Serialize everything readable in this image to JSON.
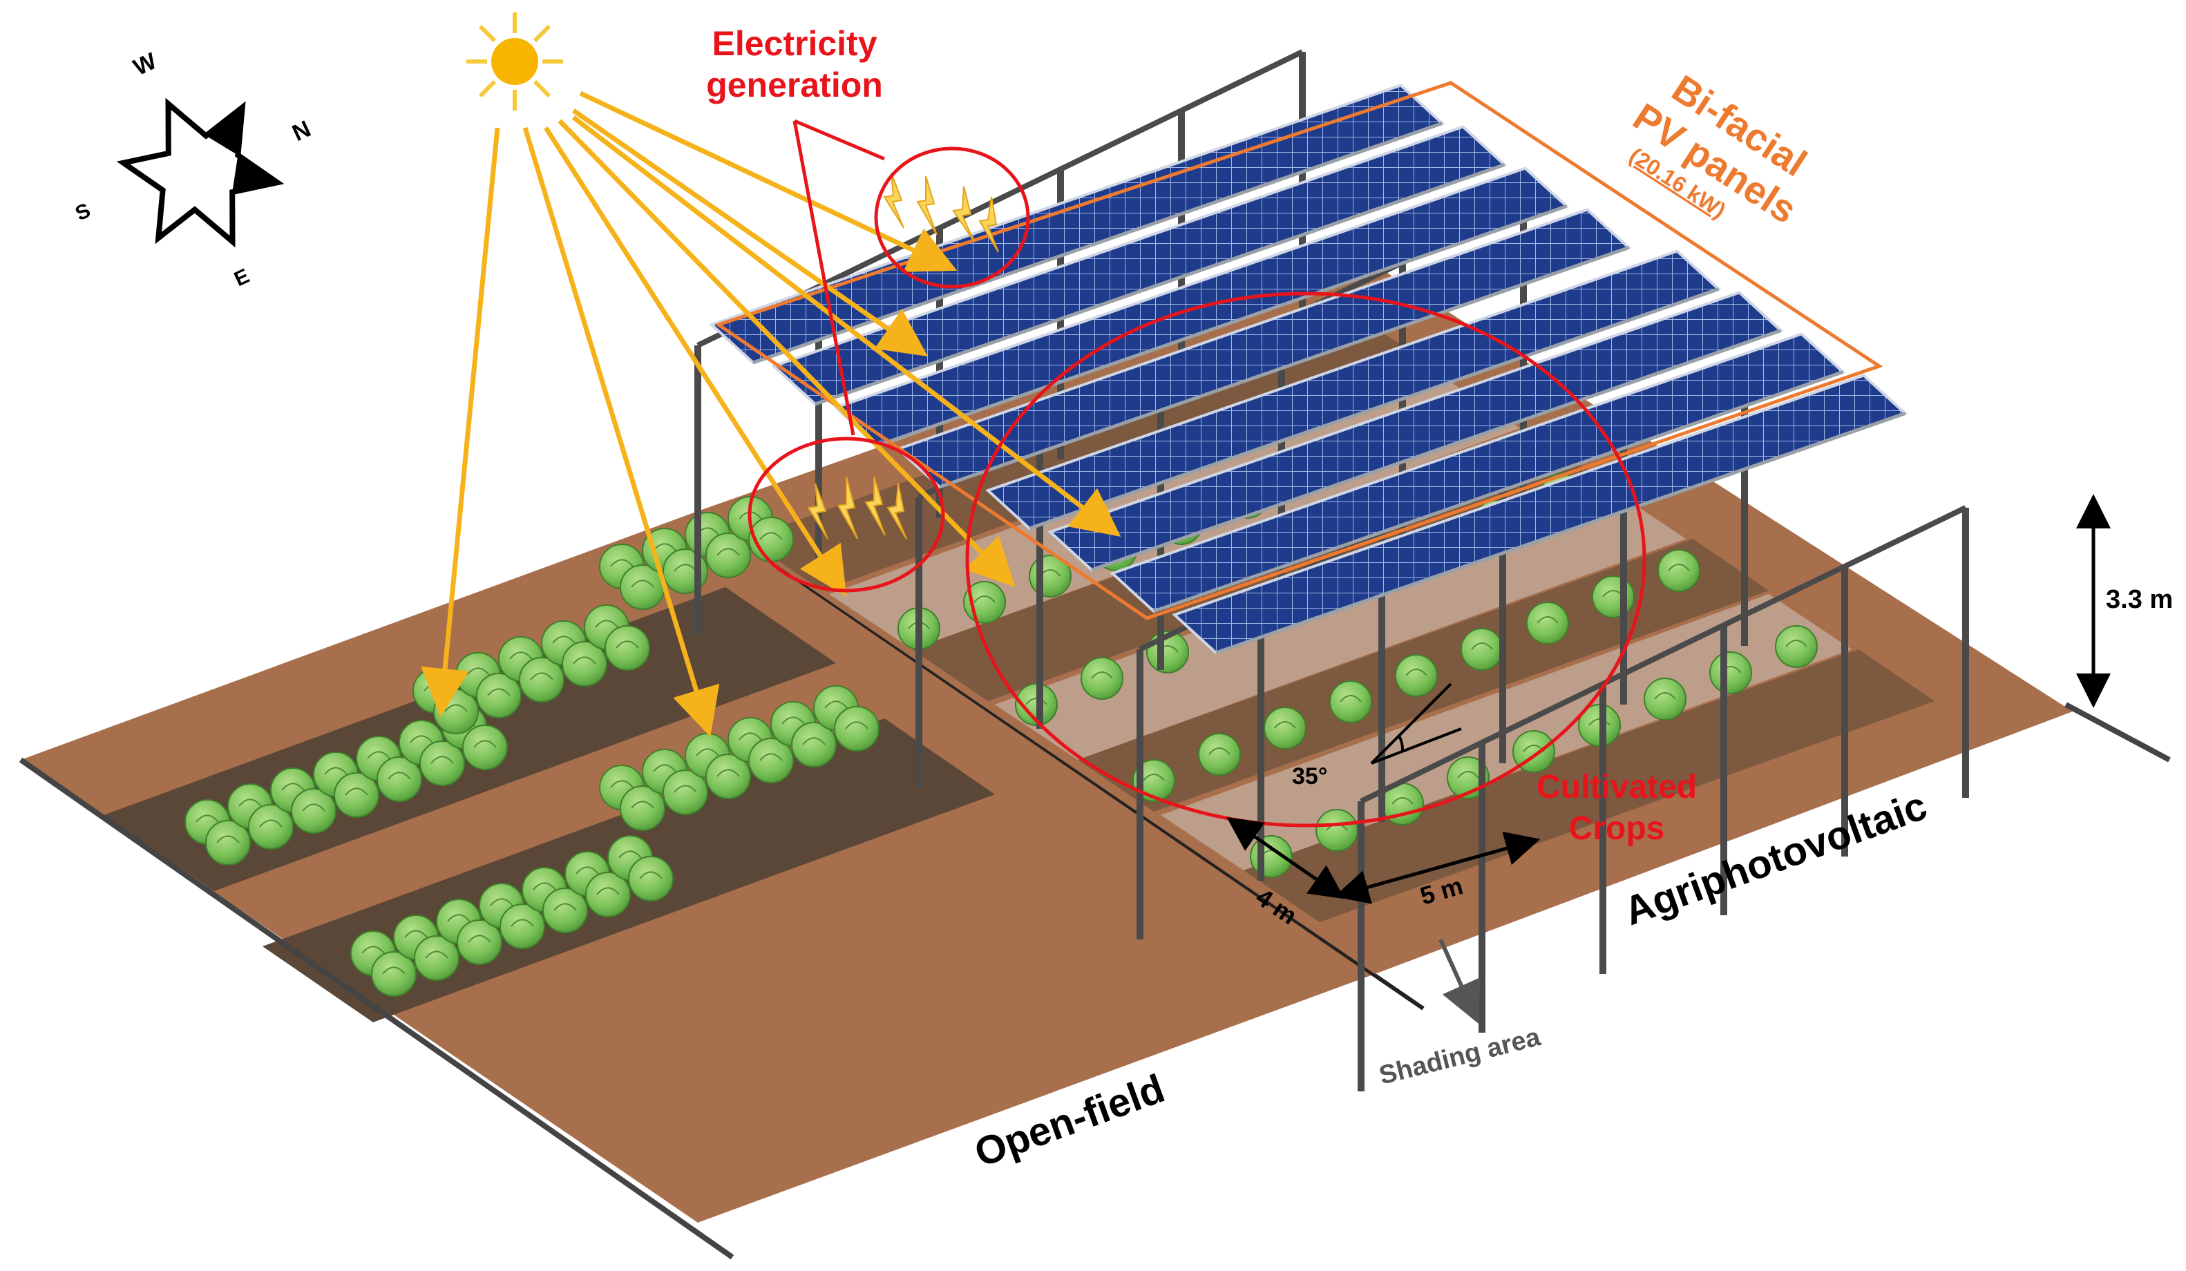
{
  "compass": {
    "north": "N",
    "south": "S",
    "east": "E",
    "west": "W"
  },
  "labels": {
    "electricity_generation_line1": "Electricity",
    "electricity_generation_line2": "generation",
    "bifacial_line1": "Bi-facial",
    "bifacial_line2": "PV panels",
    "bifacial_capacity": "(20.16 kW)",
    "cultivated_line1": "Cultivated",
    "cultivated_line2": "Crops",
    "agriphotovoltaic": "Agriphotovoltaic",
    "open_field": "Open-field",
    "shading_area": "Shading area"
  },
  "dimensions": {
    "height": "3.3 m",
    "row_spacing": "4 m",
    "column_spacing": "5 m",
    "tilt_angle": "35°"
  },
  "colors": {
    "sun": "#F7B500",
    "sun_rays": "#F6B21A",
    "annotation_red": "#E8141B",
    "bifacial_orange": "#EE7A30",
    "soil": "#A86F4C",
    "soil_dark": "#5A4737",
    "panel_blue": "#1F3C8C",
    "frame_gray": "#4A4A4A",
    "crop_green": "#7CC35A"
  }
}
